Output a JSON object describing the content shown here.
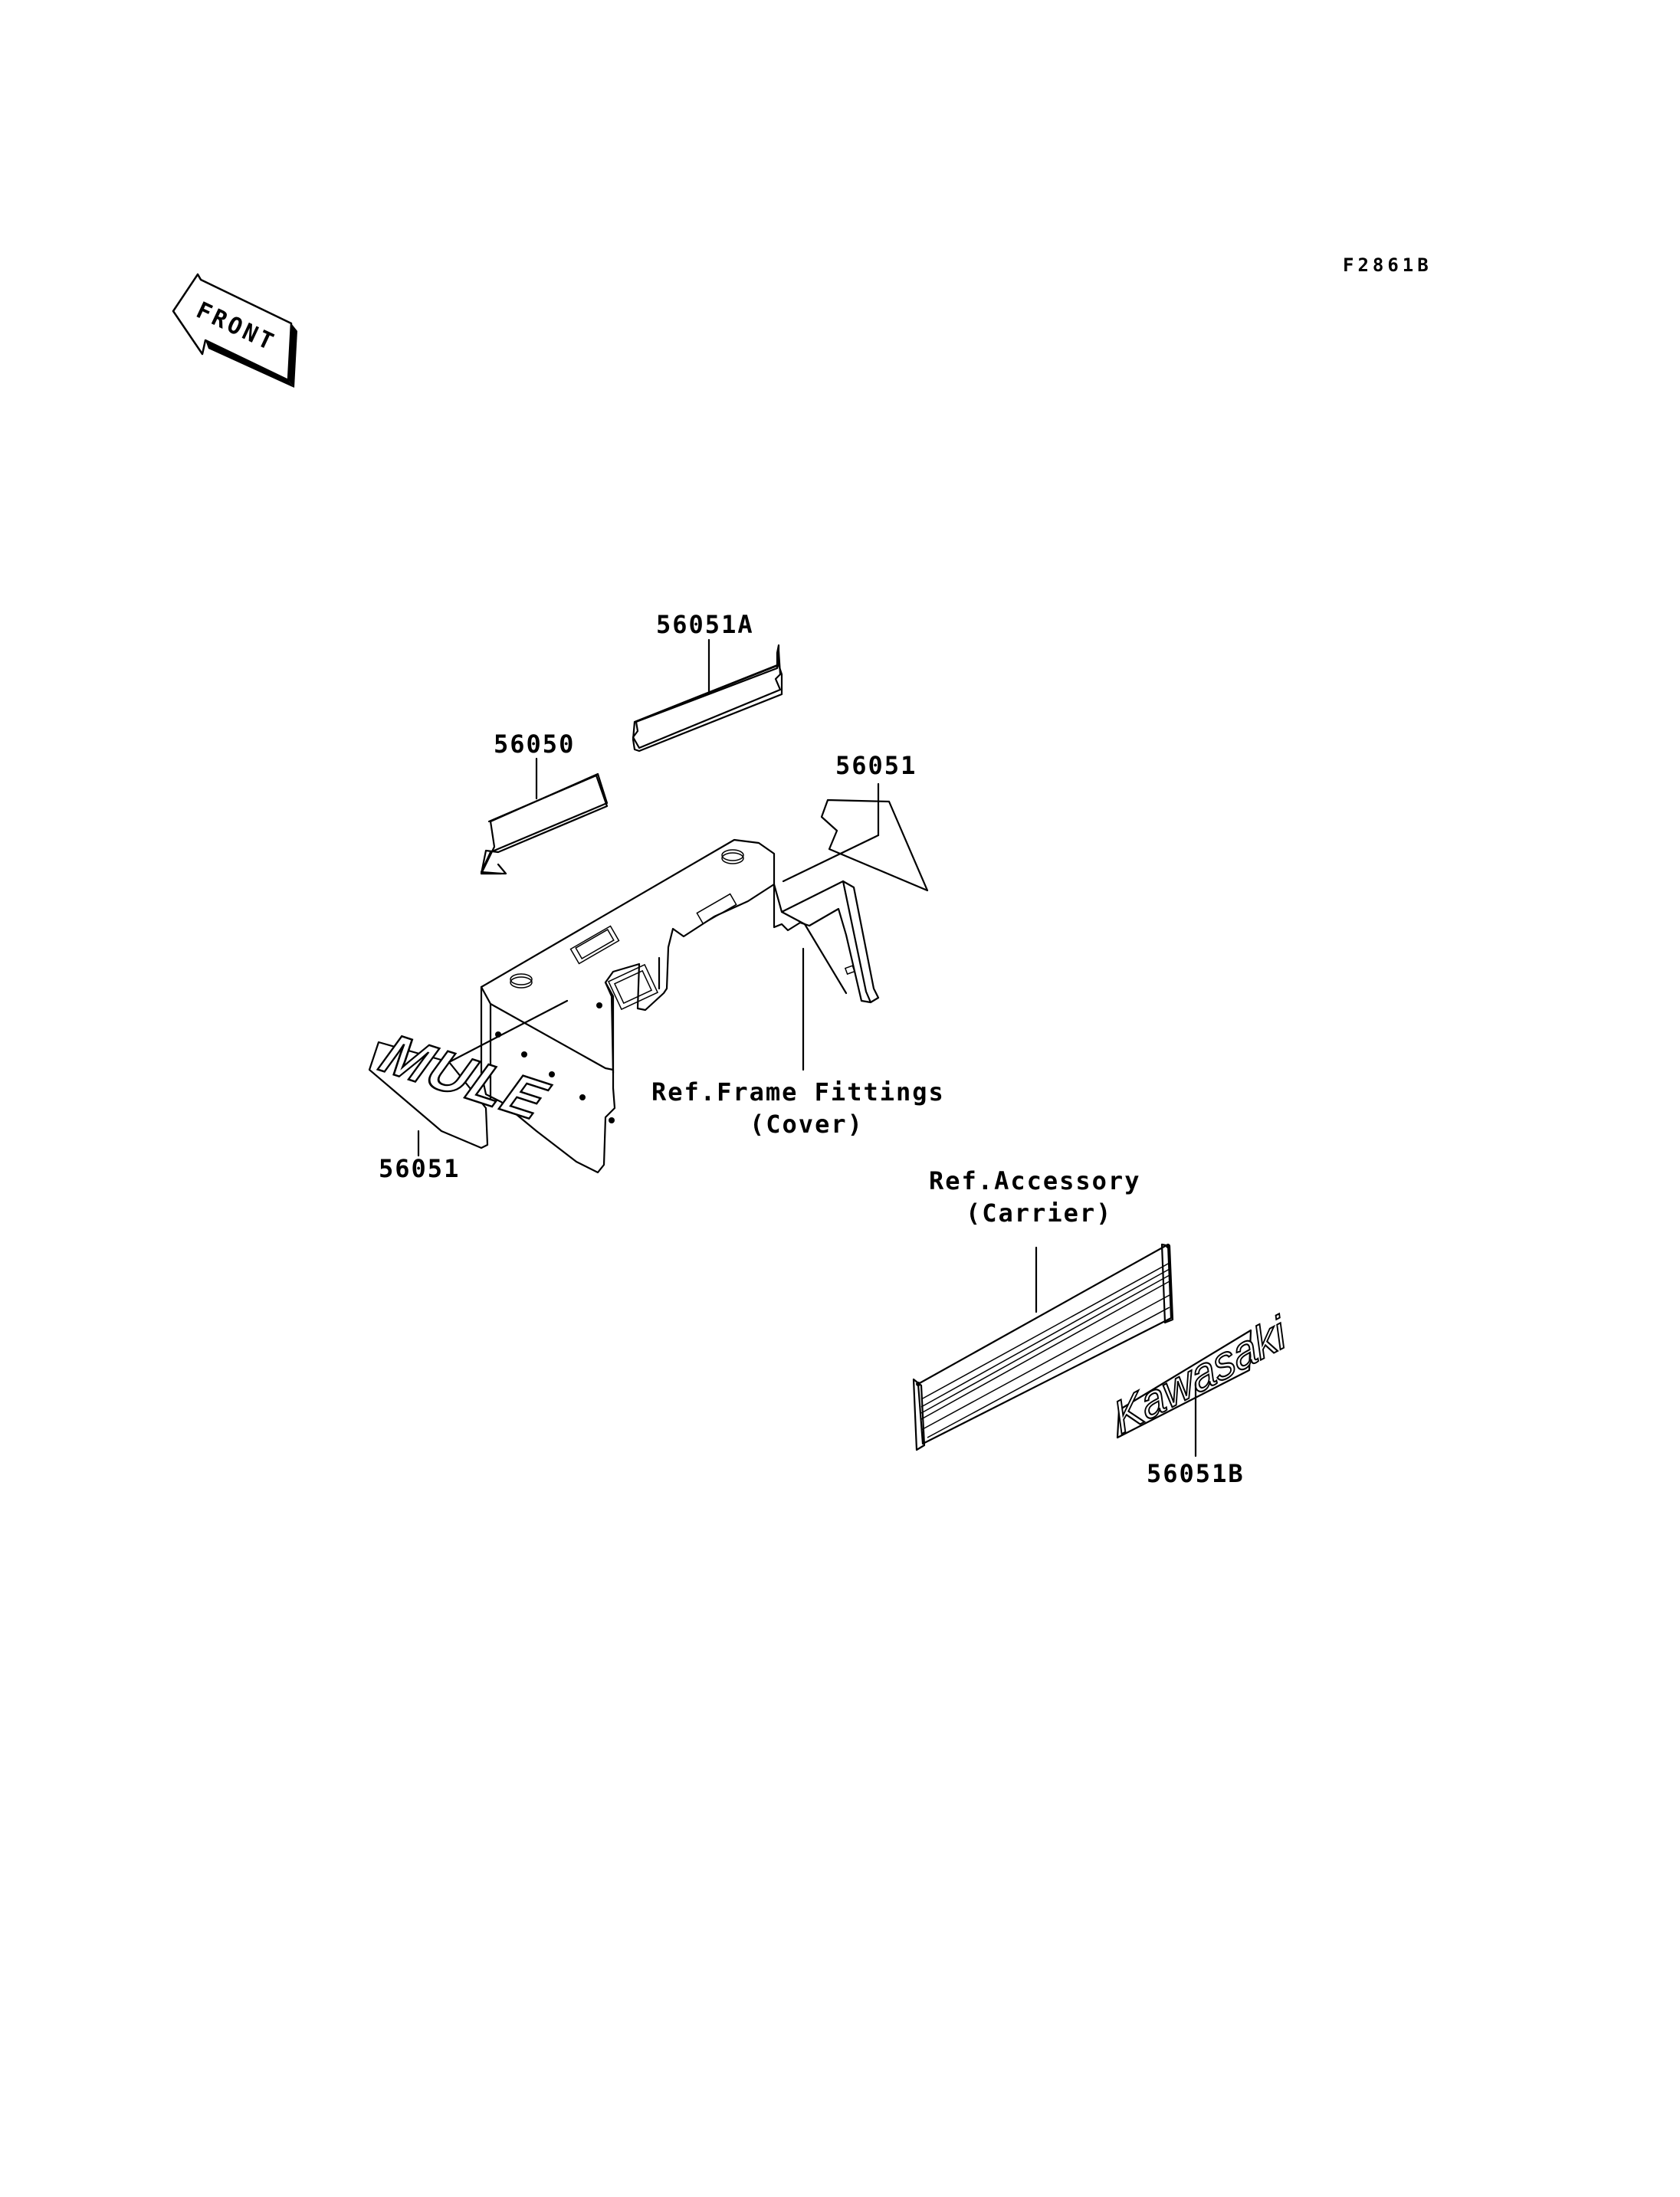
{
  "figure_code": "F2861B",
  "front_arrow": {
    "text": "FRONT",
    "icon": "front-direction-arrow-icon"
  },
  "callouts": {
    "part_56051A": "56051A",
    "part_56050": "56050",
    "part_56051_right": "56051",
    "part_56051_left": "56051",
    "part_56051B": "56051B",
    "ref_frame_line1": "Ref.Frame Fittings",
    "ref_frame_line2": "(Cover)",
    "ref_accessory_line1": "Ref.Accessory",
    "ref_accessory_line2": "(Carrier)"
  },
  "decals": {
    "mule_logo": "MULE",
    "kawasaki_logo": "Kawasaki"
  }
}
